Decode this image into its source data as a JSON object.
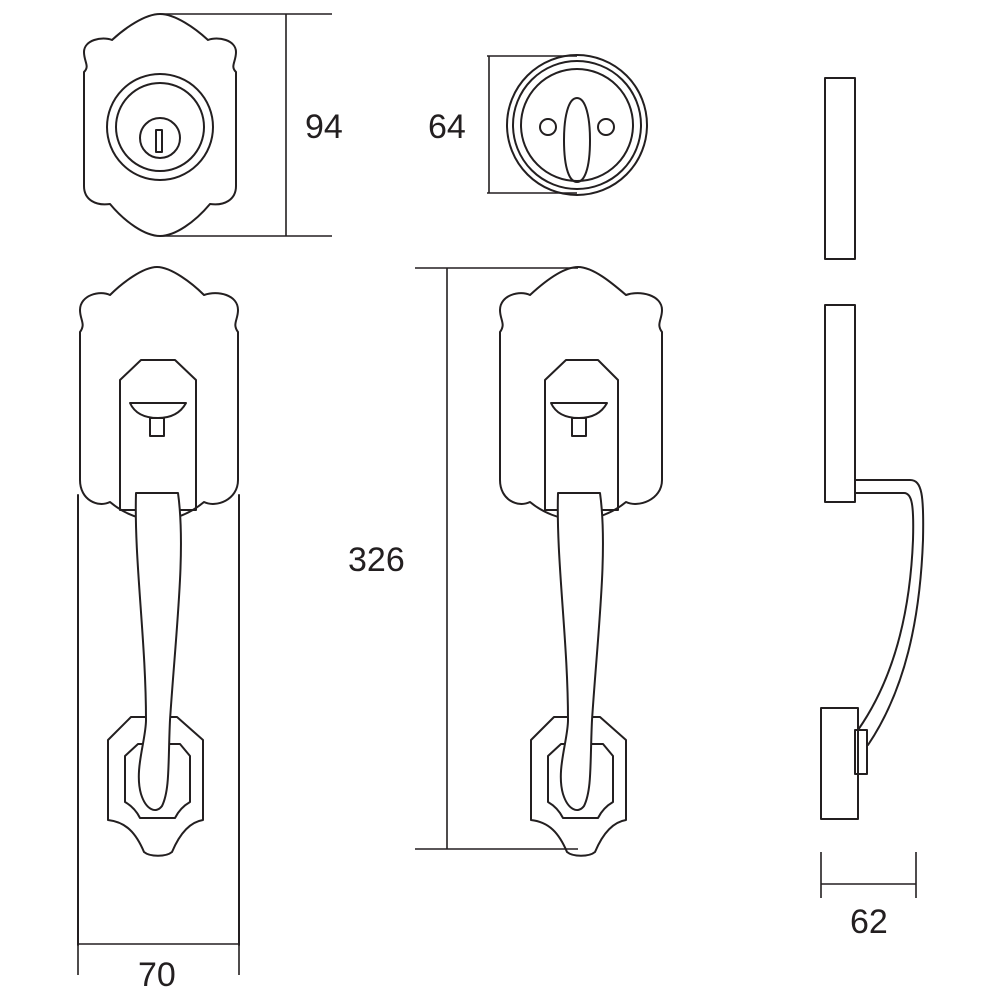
{
  "dimensions": {
    "deadbolt_plate_height": "94",
    "interior_deadbolt_diameter": "64",
    "overall_handleset_height": "326",
    "plate_width": "70",
    "projection_depth": "62"
  }
}
